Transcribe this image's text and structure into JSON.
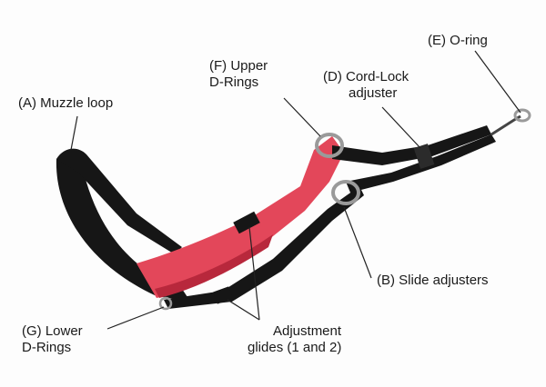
{
  "labels": {
    "muzzle_loop": "(A) Muzzle loop",
    "slide_adjusters": "(B) Slide adjusters",
    "cord_lock": {
      "line1": "(D) Cord-Lock",
      "line2": "adjuster"
    },
    "o_ring": "(E) O-ring",
    "upper_d_rings": {
      "line1": "(F) Upper",
      "line2": "D-Rings"
    },
    "lower_d_rings": {
      "line1": "(G) Lower",
      "line2": "D-Rings"
    },
    "adjustment_glides": {
      "line1": "Adjustment",
      "line2": "glides (1 and 2)"
    }
  },
  "colors": {
    "strap_red": "#e3475a",
    "strap_red_dark": "#b8283c",
    "strap_black": "#161616",
    "ring_metal": "#9a9a9a",
    "leader_line": "#222222"
  }
}
